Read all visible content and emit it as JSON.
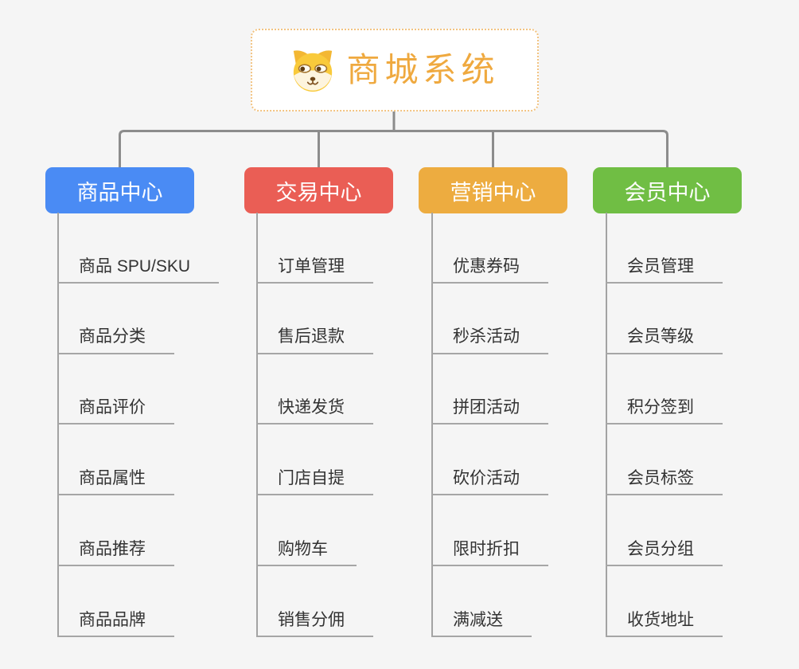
{
  "page": {
    "background_color": "#F5F5F5",
    "connector_color": "#8C8C8C",
    "child_text_color": "#333333",
    "child_line_color": "#A6A6A6"
  },
  "root": {
    "title": "商城系统",
    "icon": "dog-face-icon",
    "text_color": "#EFA93F",
    "border_color": "#F2C381",
    "background_color": "#FFFFFF"
  },
  "branches": [
    {
      "label": "商品中心",
      "color": "#4A8BF4",
      "children": [
        "商品 SPU/SKU",
        "商品分类",
        "商品评价",
        "商品属性",
        "商品推荐",
        "商品品牌"
      ]
    },
    {
      "label": "交易中心",
      "color": "#EA5E55",
      "children": [
        "订单管理",
        "售后退款",
        "快递发货",
        "门店自提",
        "购物车",
        "销售分佣"
      ]
    },
    {
      "label": "营销中心",
      "color": "#EDAC40",
      "children": [
        "优惠券码",
        "秒杀活动",
        "拼团活动",
        "砍价活动",
        "限时折扣",
        "满减送"
      ]
    },
    {
      "label": "会员中心",
      "color": "#70BE44",
      "children": [
        "会员管理",
        "会员等级",
        "积分签到",
        "会员标签",
        "会员分组",
        "收货地址"
      ]
    }
  ]
}
